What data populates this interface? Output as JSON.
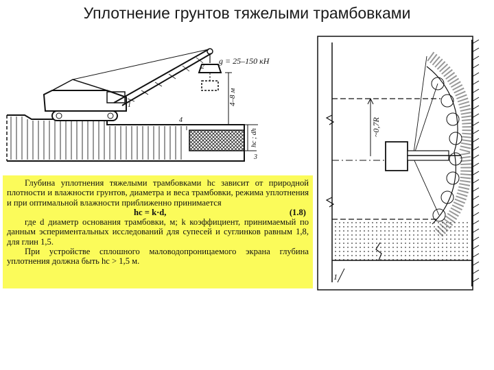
{
  "slide": {
    "title": "Уплотнение грунтов тяжелыми трамбовками"
  },
  "figure_left": {
    "load_label": "g = 25–150 кН",
    "height_label": "4–8 м",
    "depth_label": "hc ; dh",
    "callouts": [
      "1",
      "2",
      "3",
      "4"
    ]
  },
  "figure_right": {
    "depth_label": "~0,7R",
    "callouts": [
      "1"
    ]
  },
  "text": {
    "para1": "Глубина уплотнения тяжелыми трамбовками hc зависит от природной плотности и влажности грунтов, диаметра и веса трамбовки, режима уплотнения и при оптимальной влажности приближенно принимается",
    "formula": "hc = k·d,",
    "formula_num": "(1.8)",
    "para2": "где d   диаметр основания трамбовки, м; k   коэффициент, принимаемый по данным эспериментальных исследований для супесей и суглинков равным 1,8, для глин 1,5.",
    "para3": "При устройстве сплошного маловодопроницаемого экрана глубина уплотнения должна быть hc > 1,5 м."
  }
}
